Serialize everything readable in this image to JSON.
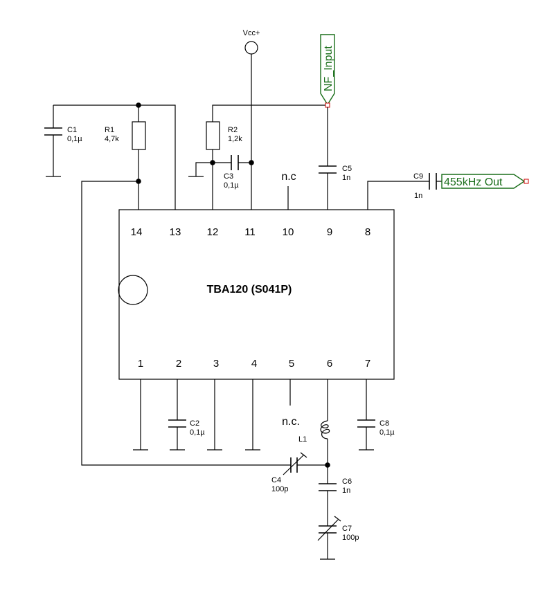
{
  "ic": {
    "name": "TBA120 (S041P)",
    "top_pins": [
      "14",
      "13",
      "12",
      "11",
      "10",
      "9",
      "8"
    ],
    "bottom_pins": [
      "1",
      "2",
      "3",
      "4",
      "5",
      "6",
      "7"
    ]
  },
  "supply": {
    "label": "Vcc+"
  },
  "ports": {
    "input": "NF_Input",
    "output": "455kHz Out"
  },
  "no_connect": {
    "pin10": "n.c",
    "pin5": "n.c."
  },
  "components": {
    "c1": {
      "name": "C1",
      "value": "0,1µ"
    },
    "r1": {
      "name": "R1",
      "value": "4,7k"
    },
    "r2": {
      "name": "R2",
      "value": "1,2k"
    },
    "c3": {
      "name": "C3",
      "value": "0,1µ"
    },
    "c5": {
      "name": "C5",
      "value": "1n"
    },
    "c9": {
      "name": "C9",
      "value": "1n"
    },
    "c2": {
      "name": "C2",
      "value": "0,1µ"
    },
    "c8": {
      "name": "C8",
      "value": "0,1µ"
    },
    "l1": {
      "name": "L1"
    },
    "c4": {
      "name": "C4",
      "value": "100p"
    },
    "c6": {
      "name": "C6",
      "value": "1n"
    },
    "c7": {
      "name": "C7",
      "value": "100p"
    }
  }
}
